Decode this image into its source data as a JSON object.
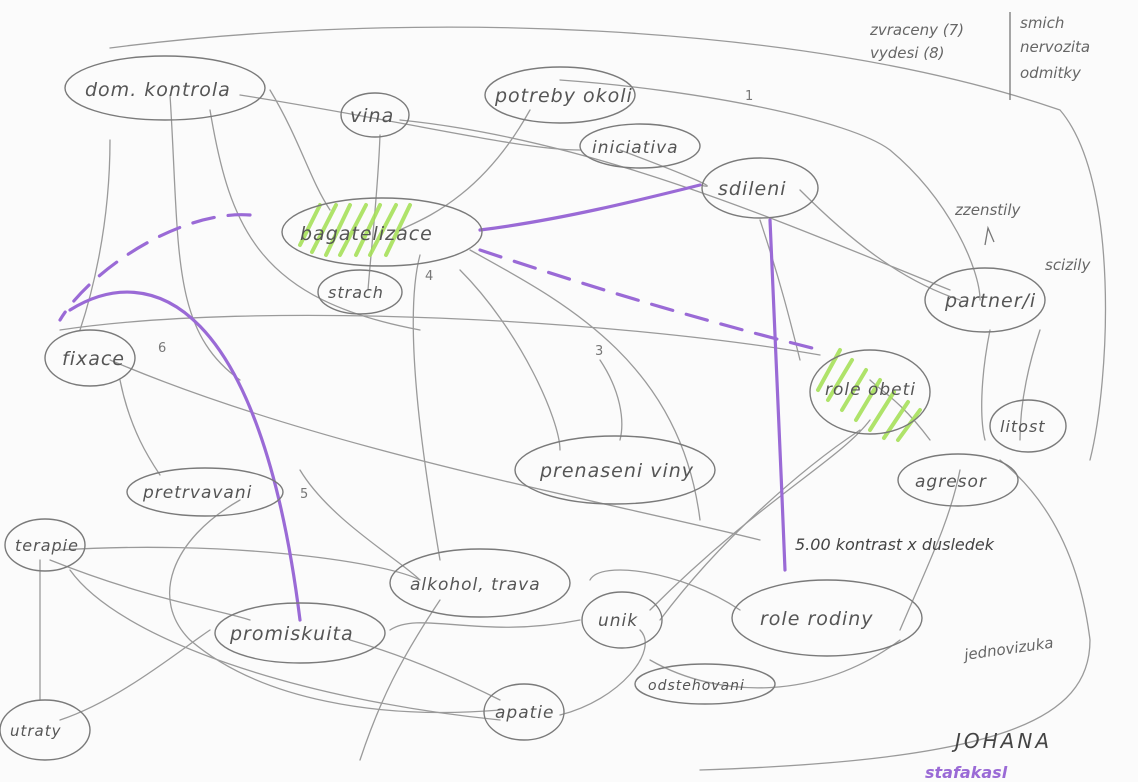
{
  "diagram": {
    "nodes": {
      "dom_kontrola": "dom. kontrola",
      "vina": "vina",
      "potreby_okoli": "potreby okoli",
      "iniciativa": "iniciativa",
      "sdileni": "sdileni",
      "bagatelizace": "bagatelizace",
      "strach": "strach",
      "partner": "partner/i",
      "fixace": "fixace",
      "role_obeti": "role obeti",
      "litost": "litost",
      "prenaseni_viny": "prenaseni viny",
      "agresor": "agresor",
      "pretrvavani": "pretrvavani",
      "terapie": "terapie",
      "alkohol_trava": "alkohol, trava",
      "unik": "unik",
      "role_rodiny": "role rodiny",
      "promiskuita": "promiskuita",
      "odstehovani": "odstehovani",
      "utraty": "utraty",
      "apatie": "apatie"
    },
    "notes": {
      "top_right_1": "zvraceny (7)",
      "top_right_2": "vydesi (8)",
      "top_right_3": "smich",
      "top_right_4": "nervozita",
      "top_right_5": "odmitky",
      "zzenstily": "zzenstily",
      "scizily": "scizily",
      "kontrast": "5.00 kontrast x dusledek",
      "jednovizuka": "jednovizuka",
      "author": "JOHANA",
      "author_sub": "stafakasl"
    },
    "numbers": {
      "n1": "1",
      "n3": "3",
      "n5": "5",
      "n6": "6",
      "n4": "4"
    },
    "colors": {
      "pencil": "#8a8a8a",
      "purple": "#9a6ad6",
      "highlight": "#a6e05a"
    }
  }
}
